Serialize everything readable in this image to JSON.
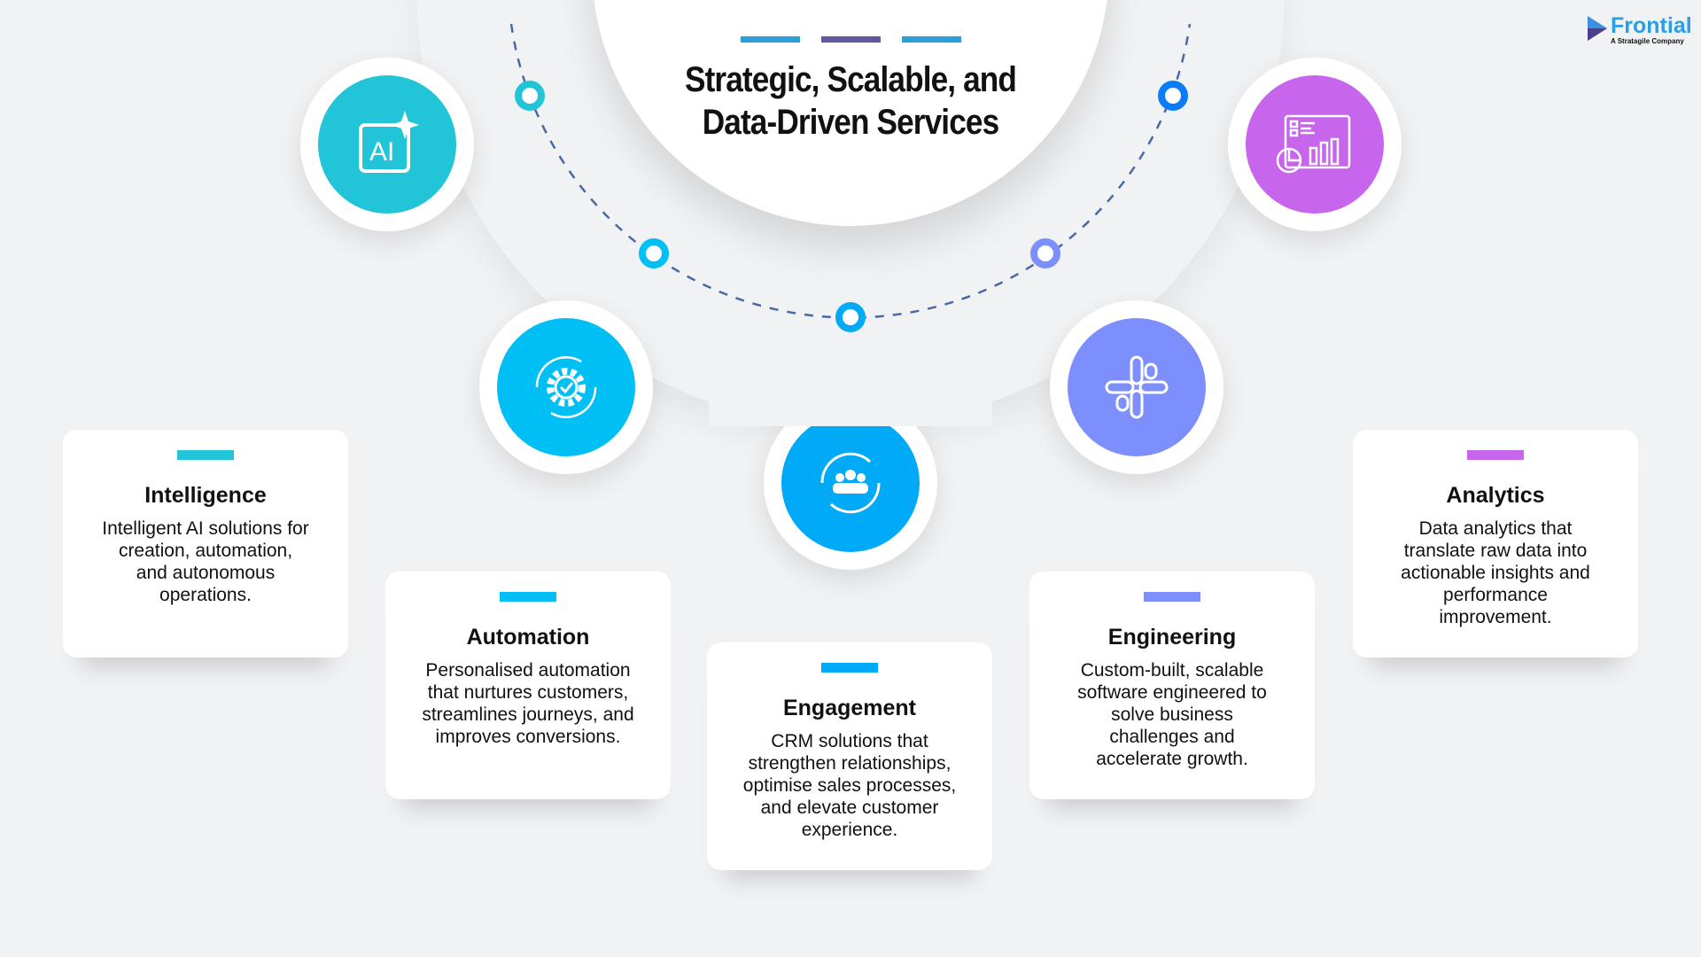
{
  "header": {
    "title_lines": [
      "Strategic, Scalable, and",
      "Data-Driven Services"
    ],
    "bar_colors": [
      "#2a9fd8",
      "#5e5a9e",
      "#2a9fd8"
    ]
  },
  "logo": {
    "name": "Frontial",
    "tagline": "A Stratagile Company"
  },
  "services": [
    {
      "title": "Intelligence",
      "color": "#22c4d8",
      "icon": "ai-sparkle-icon",
      "lines": [
        "Intelligent AI solutions for",
        "creation, automation,",
        "and autonomous",
        "operations."
      ]
    },
    {
      "title": "Automation",
      "color": "#00bff5",
      "icon": "gear-check-cycle-icon",
      "lines": [
        "Personalised automation",
        "that nurtures customers,",
        "streamlines journeys, and",
        "improves conversions."
      ]
    },
    {
      "title": "Engagement",
      "color": "#00aaf7",
      "icon": "team-cycle-icon",
      "lines": [
        "CRM solutions that",
        "strengthen relationships,",
        "optimise sales processes,",
        "and elevate customer",
        "experience."
      ]
    },
    {
      "title": "Engineering",
      "color": "#7d8ffc",
      "icon": "modules-icon",
      "lines": [
        "Custom-built, scalable",
        "software engineered to",
        "solve business",
        "challenges and",
        "accelerate growth."
      ]
    },
    {
      "title": "Analytics",
      "color": "#c765ec",
      "icon": "dashboard-chart-icon",
      "lines": [
        "Data analytics that",
        "translate raw data into",
        "actionable insights and",
        "performance",
        "improvement."
      ]
    }
  ]
}
